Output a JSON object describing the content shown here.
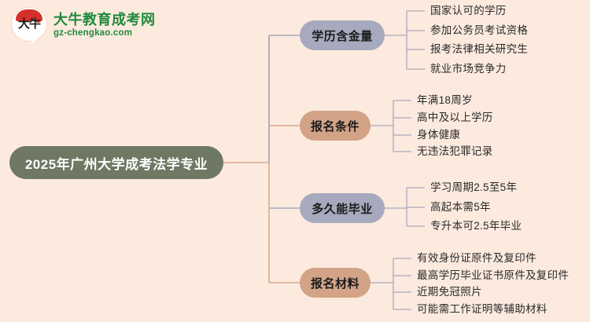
{
  "logo": {
    "mark_text": "大牛",
    "title": "大牛教育成考网",
    "domain": "gz-chengkao.com"
  },
  "mindmap": {
    "root": {
      "label": "2025年广州大学成考法学专业"
    },
    "branches": [
      {
        "label": "学历含金量",
        "color": "#a7a9be",
        "leaves": [
          "国家认可的学历",
          "参加公务员考试资格",
          "报考法律相关研究生",
          "就业市场竞争力"
        ]
      },
      {
        "label": "报名条件",
        "color": "#d2a387",
        "leaves": [
          "年满18周岁",
          "高中及以上学历",
          "身体健康",
          "无违法犯罪记录"
        ]
      },
      {
        "label": "多久能毕业",
        "color": "#a7a9be",
        "leaves": [
          "学习周期2.5至5年",
          "高起本需5年",
          "专升本可2.5年毕业"
        ]
      },
      {
        "label": "报名材料",
        "color": "#d2a387",
        "leaves": [
          "有效身份证原件及复印件",
          "最高学历毕业证书原件及复印件",
          "近期免冠照片",
          "可能需工作证明等辅助材料"
        ]
      }
    ]
  },
  "theme": {
    "background": "#fceade",
    "root_fill": "#6f7862",
    "root_text": "#ffffff",
    "violet_fill": "#a7a9be",
    "tan_fill": "#d2a387",
    "leaf_text": "#2a2a2a",
    "trunk_line": "#d8aa8c",
    "violet_line": "#a7a9be",
    "logo_green": "#1f8a3b",
    "logo_red": "#d6302a"
  }
}
